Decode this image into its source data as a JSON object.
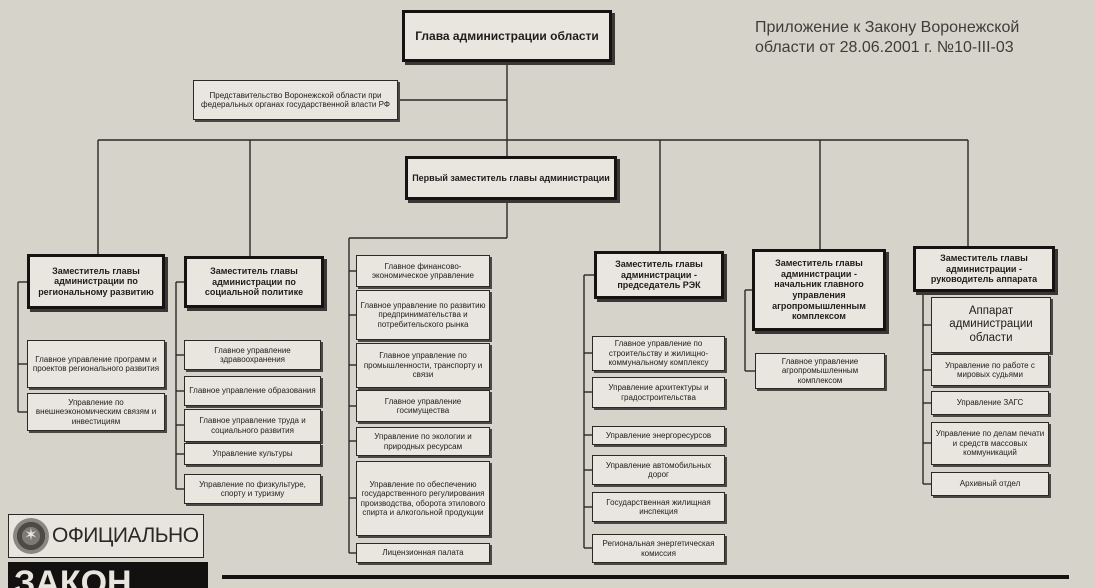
{
  "annotation": "Приложение к Закону Воронежской области от 28.06.2001 г. №10-III-03",
  "head": "Глава администрации области",
  "representation": "Представительство Воронежской области при федеральных органах государственной власти РФ",
  "first_deputy": "Первый заместитель главы администрации",
  "deputies": [
    {
      "title": "Заместитель главы администрации по региональному развитию",
      "units": [
        "Главное управление программ и проектов регионального развития",
        "Управление по внешнеэкономическим связям и инвестициям"
      ]
    },
    {
      "title": "Заместитель главы администрации по социальной политике",
      "units": [
        "Главное управление здравоохранения",
        "Главное управление образования",
        "Главное управление труда и социального развития",
        "Управление культуры",
        "Управление по физкультуре, спорту и туризму"
      ]
    },
    {
      "title": "Заместитель главы администрации - председатель РЭК",
      "units": [
        "Главное управление по строительству и жилищно-коммунальному комплексу",
        "Управление архитектуры и градостроительства",
        "Управление энергоресурсов",
        "Управление автомобильных дорог",
        "Государственная жилищная инспекция",
        "Региональная энергетическая комиссия"
      ]
    },
    {
      "title": "Заместитель главы администрации - начальник главного управления агропромышленным комплексом",
      "units": [
        "Главное управление агропромышленным комплексом"
      ]
    },
    {
      "title": "Заместитель главы администрации - руководитель аппарата",
      "units": [
        "Аппарат администрации области",
        "Управление по работе с мировых судьями",
        "Управление ЗАГС",
        "Управление по делам печати и средств массовых коммуникаций",
        "Архивный отдел"
      ]
    }
  ],
  "central_units": [
    "Главное финансово-экономическое управление",
    "Главное управление по развитию предпринимательства и потребительского рынка",
    "Главное управление по промышленности, транспорту и связи",
    "Главное управление госимущества",
    "Управление по экологии и природных ресурсам",
    "Управление по обеспечению государственного регулирования производства, оборота этилового спирта и алкогольной продукции",
    "Лицензионная палата"
  ],
  "footer": {
    "stamp_label": "ОФИЦИАЛЬНО",
    "masthead": "ЗАКОН"
  }
}
